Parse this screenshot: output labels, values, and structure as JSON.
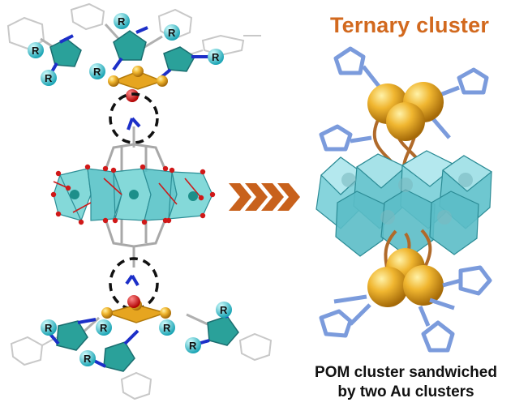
{
  "title": "Ternary cluster",
  "caption": {
    "line1": "POM cluster sandwiched",
    "line2": "by two Au clusters"
  },
  "substituent_label": "R",
  "colors": {
    "title": "#d2691e",
    "arrow": "#c8611c",
    "gold": "#e0a020",
    "octahedron": "#5cc8c8",
    "ligand": "#7b9bdc",
    "nitrogen": "#1c2fc8",
    "oxygen": "#d01818",
    "tether": "#b06a2a"
  }
}
